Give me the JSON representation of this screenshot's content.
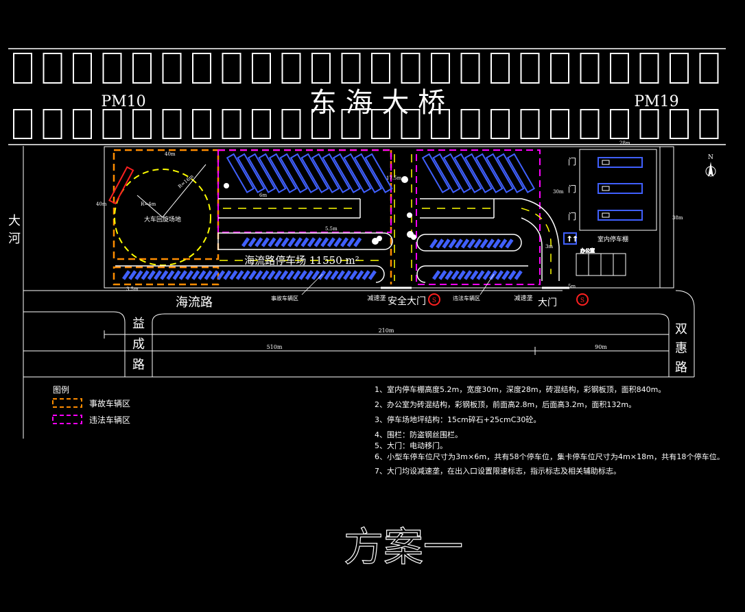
{
  "bridge": {
    "name": "东 海 大 桥",
    "pm_left": "PM10",
    "pm_right": "PM19"
  },
  "roads": {
    "west_river": "大河",
    "south_road": "海流路",
    "left_cross": "益成路",
    "right_cross": "双惠路"
  },
  "site": {
    "parking_label": "海流路停车场  11550 m²",
    "truck_turn": "大车回旋场地",
    "accident_zone": "事故车辆区",
    "illegal_zone": "违法车辆区",
    "speed_bump_left": "减速垄",
    "speed_bump_right": "减速垄",
    "safe_gate": "安全大门",
    "main_gate": "大门",
    "indoor_shed": "室内停车棚",
    "office": "办公室",
    "gate_door": "门",
    "sign_s": "S",
    "north": "N"
  },
  "dims": {
    "total_210": "210m",
    "total_510": "510m",
    "right_90": "90m",
    "w40": "40m",
    "w28": "28m",
    "h40": "40m",
    "d175": "17.5m",
    "d5": "5m",
    "d6": "6m",
    "d55": "5.5m",
    "d35": "3.5m",
    "d30": "30m",
    "d38": "38m",
    "d3": "3m",
    "r_big": "R=16m",
    "r_small": "R=4m"
  },
  "legend": {
    "title": "图例",
    "items": [
      {
        "label": "事故车辆区",
        "color": "#ff8c00"
      },
      {
        "label": "违法车辆区",
        "color": "#ff00ff"
      }
    ]
  },
  "notes": [
    "1、室内停车棚高度5.2m，宽度30m，深度28m，砖混结构，彩钢板顶，面积840m。",
    "2、办公室为砖混结构，彩钢板顶，前面高2.8m，后面高3.2m，面积132m。",
    "3、停车场地坪结构：15cm碎石+25cmC30砼。",
    "4、围栏：防盗钢丝围栏。",
    "5、大门：电动移门。",
    "6、小型车停车位尺寸为3m×6m，共有58个停车位，集卡停车位尺寸为4m×18m，共有18个停车位。",
    "7、大门均设减速垄，在出入口设置限速标志，指示标志及相关辅助标志。"
  ],
  "scheme": "方案一",
  "colors": {
    "accident": "#ff8c00",
    "illegal": "#ff00ff",
    "parking_slot": "#4060ff",
    "yellow": "#ffff00",
    "red": "#ff2020"
  }
}
